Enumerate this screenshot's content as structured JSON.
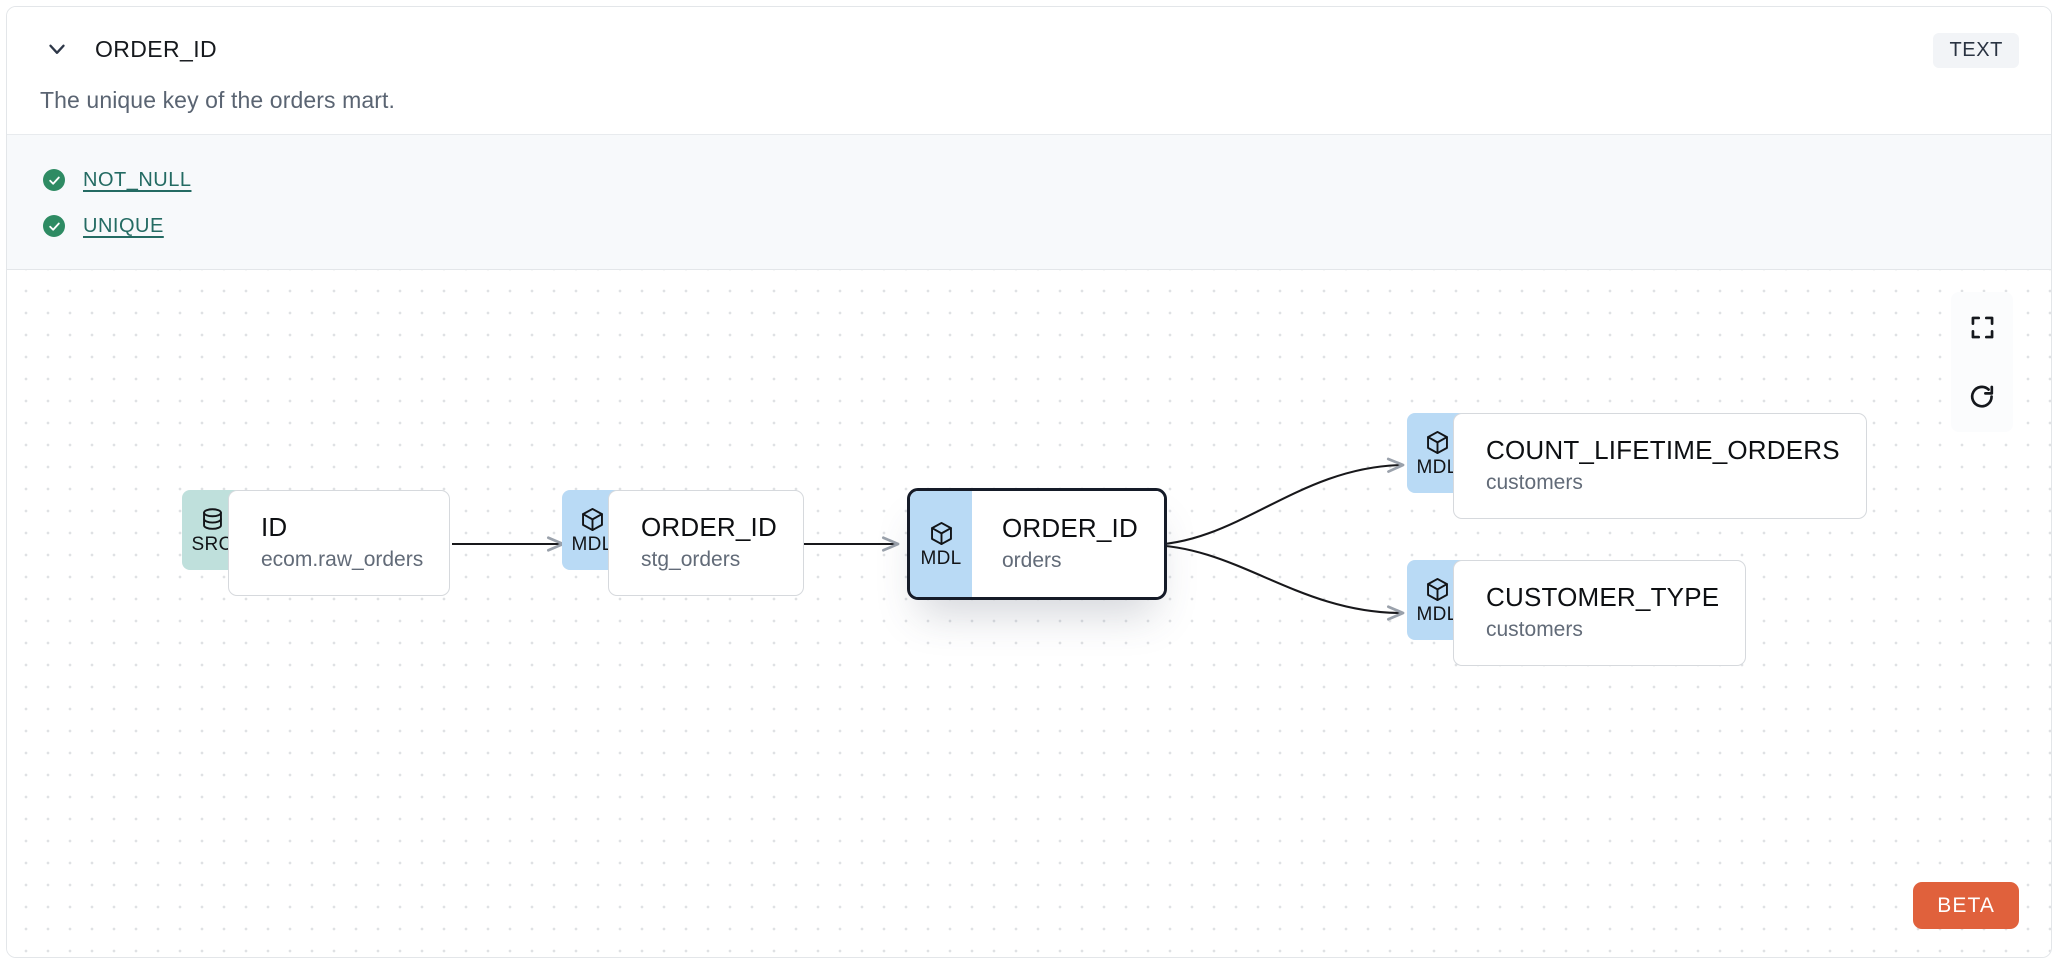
{
  "header": {
    "column_name": "ORDER_ID",
    "description": "The unique key of the orders mart.",
    "data_type_badge": "TEXT",
    "collapse_icon": "chevron-down-icon"
  },
  "tests": [
    {
      "label": "NOT_NULL",
      "status": "pass",
      "status_icon": "check-circle-icon"
    },
    {
      "label": "UNIQUE",
      "status": "pass",
      "status_icon": "check-circle-icon"
    }
  ],
  "lineage": {
    "nodes": [
      {
        "id": "src-id",
        "kind": "SRC",
        "name": "ID",
        "resource": "ecom.raw_orders",
        "icon": "database-icon",
        "selected": false
      },
      {
        "id": "mdl-stg-order-id",
        "kind": "MDL",
        "name": "ORDER_ID",
        "resource": "stg_orders",
        "icon": "cube-icon",
        "selected": false
      },
      {
        "id": "mdl-orders-order-id",
        "kind": "MDL",
        "name": "ORDER_ID",
        "resource": "orders",
        "icon": "cube-icon",
        "selected": true
      },
      {
        "id": "mdl-count-lifetime",
        "kind": "MDL",
        "name": "COUNT_LIFETIME_ORDERS",
        "resource": "customers",
        "icon": "cube-icon",
        "selected": false
      },
      {
        "id": "mdl-customer-type",
        "kind": "MDL",
        "name": "CUSTOMER_TYPE",
        "resource": "customers",
        "icon": "cube-icon",
        "selected": false
      }
    ],
    "edges": [
      {
        "from": "src-id",
        "to": "mdl-stg-order-id",
        "style": "straight"
      },
      {
        "from": "mdl-stg-order-id",
        "to": "mdl-orders-order-id",
        "style": "straight"
      },
      {
        "from": "mdl-orders-order-id",
        "to": "mdl-count-lifetime",
        "style": "curved"
      },
      {
        "from": "mdl-orders-order-id",
        "to": "mdl-customer-type",
        "style": "curved"
      }
    ],
    "controls": [
      {
        "name": "fit-view-button",
        "icon": "fullscreen-icon"
      },
      {
        "name": "reload-button",
        "icon": "refresh-icon"
      }
    ],
    "beta_badge": "BETA"
  },
  "colors": {
    "src_tab": "#bfe0dc",
    "mdl_tab": "#b9daf5",
    "test_pass": "#2e8b63",
    "test_link": "#246b63",
    "beta": "#e0613c",
    "selected_border": "#151b28"
  }
}
